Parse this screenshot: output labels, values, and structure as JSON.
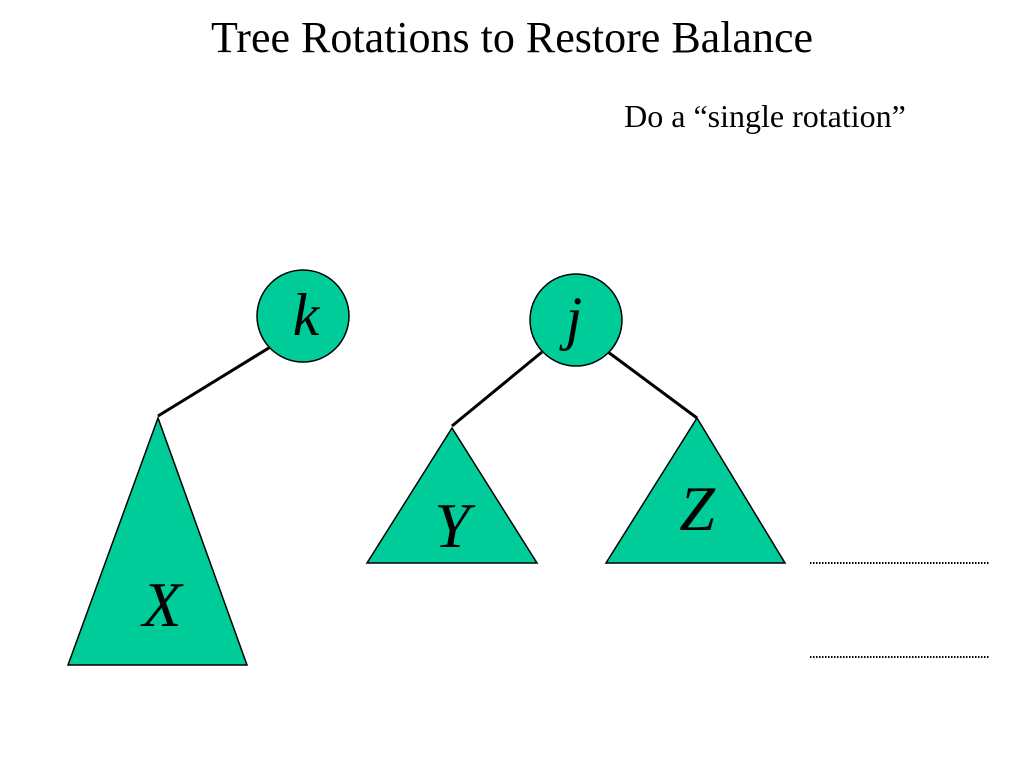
{
  "slide": {
    "title": "Tree Rotations to Restore Balance",
    "subtitle": "Do a “single rotation”"
  },
  "colors": {
    "node_fill": "#00cc99",
    "stroke": "#000000",
    "background": "#ffffff"
  },
  "diagram": {
    "nodes": [
      {
        "id": "k",
        "label": "k",
        "shape": "circle"
      },
      {
        "id": "j",
        "label": "j",
        "shape": "circle"
      }
    ],
    "subtrees": [
      {
        "id": "X",
        "label": "X",
        "shape": "triangle"
      },
      {
        "id": "Y",
        "label": "Y",
        "shape": "triangle"
      },
      {
        "id": "Z",
        "label": "Z",
        "shape": "triangle"
      }
    ],
    "edges": [
      {
        "from": "k",
        "to": "X"
      },
      {
        "from": "j",
        "to": "Y"
      },
      {
        "from": "j",
        "to": "Z"
      }
    ],
    "dotted_lines": 2
  }
}
